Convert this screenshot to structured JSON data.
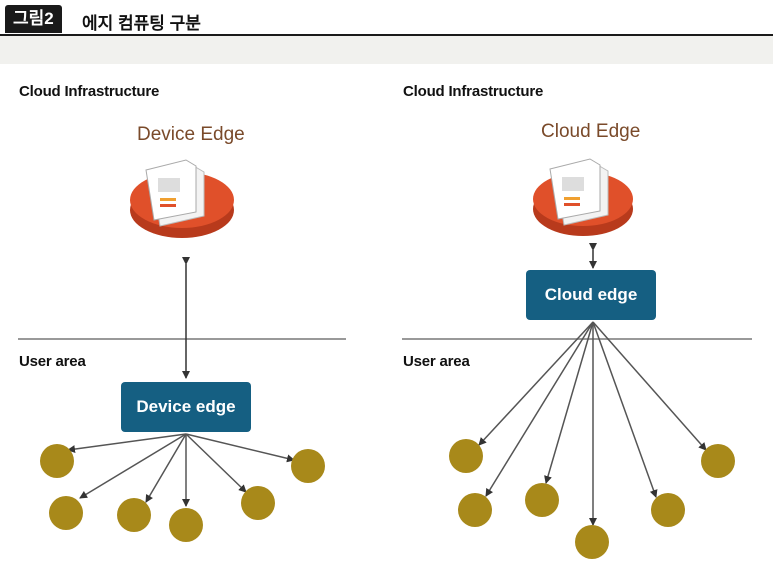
{
  "header": {
    "badge": "그림2",
    "title": "에지 컴퓨팅 구분"
  },
  "left": {
    "cloud_label": "Cloud Infrastructure",
    "edge_title": "Device Edge",
    "user_label": "User area",
    "edge_box": "Device edge"
  },
  "right": {
    "cloud_label": "Cloud Infrastructure",
    "edge_title": "Cloud Edge",
    "user_label": "User area",
    "edge_box": "Cloud edge"
  },
  "colors": {
    "edge_box": "#155f82",
    "device_node": "#a8891a",
    "server_base": "#e0502a",
    "edge_title": "#7a4a2a"
  }
}
